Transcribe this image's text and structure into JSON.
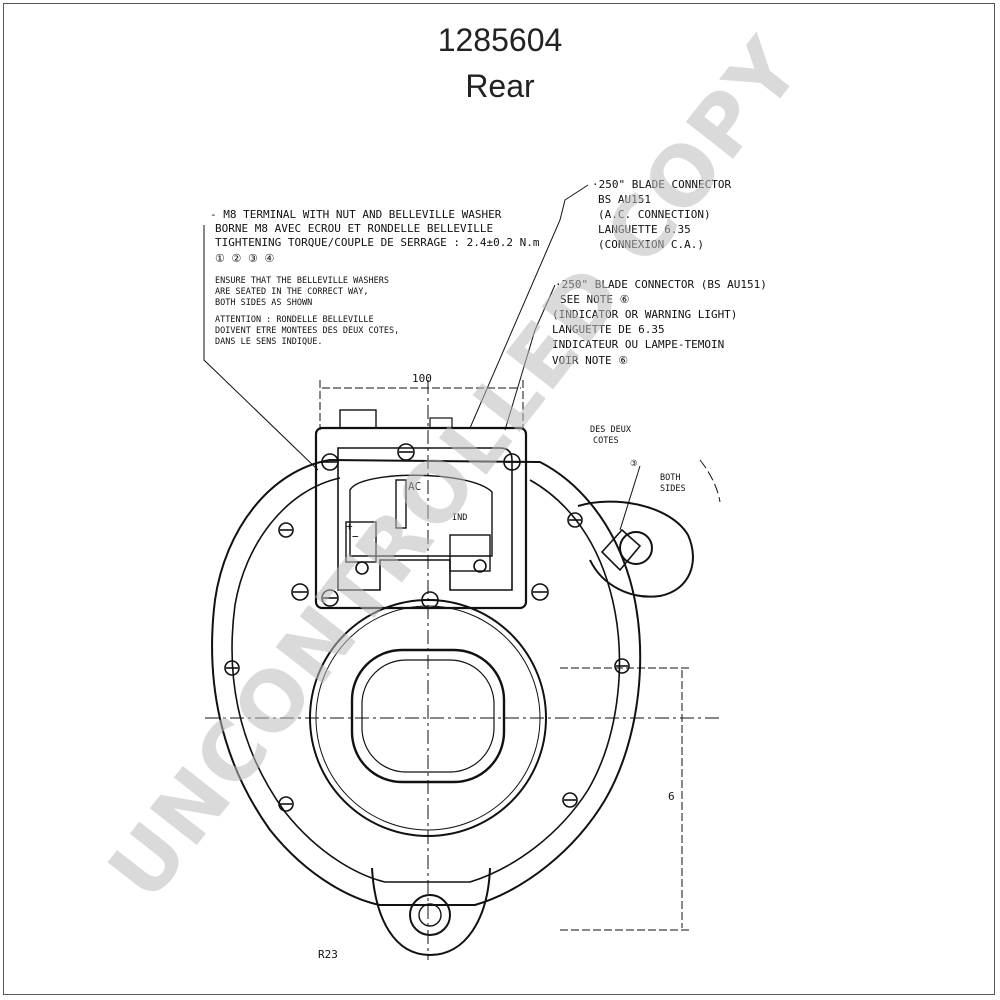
{
  "header": {
    "part_number": "1285604",
    "view": "Rear"
  },
  "drawing": {
    "note_output_terminal": [
      "- M8 TERMINAL WITH NUT AND BELLEVILLE WASHER",
      "BORNE M8 AVEC ECROU ET RONDELLE BELLEVILLE",
      "TIGHTENING TORQUE/COUPLE DE SERRAGE : 2.4±0.2 N.m",
      "① ② ③ ④"
    ],
    "note_belleville": [
      "ENSURE THAT THE BELLEVILLE WASHERS",
      "ARE SEATED IN THE CORRECT WAY,",
      "BOTH SIDES AS SHOWN",
      "ATTENTION : RONDELLE BELLEVILLE",
      "DOIVENT ETRE MONTEES DES DEUX COTES,",
      "DANS LE SENS INDIQUE."
    ],
    "note_blade_ac": [
      "·250\" BLADE CONNECTOR",
      "BS AU151",
      "(A.C. CONNECTION)",
      "LANGUETTE 6.35",
      "(CONNEXION C.A.)"
    ],
    "note_blade_ind": [
      "·250\" BLADE CONNECTOR (BS AU151)",
      "SEE NOTE ⑥",
      "(INDICATOR OR WARNING LIGHT)",
      "LANGUETTE DE 6.35",
      "INDICATEUR OU LAMPE-TEMOIN",
      "VOIR NOTE ⑥"
    ],
    "note_both_sides": [
      "DES DEUX",
      "COTES",
      "③",
      "BOTH",
      "SIDES"
    ],
    "dimension_top": "100",
    "dimension_side": "6",
    "terminal_ac": "AC",
    "terminal_minus": "−",
    "terminal_plus": "+",
    "terminal_ind": "IND",
    "reference": "R23",
    "watermark": "UNCONTROLLED COPY"
  }
}
